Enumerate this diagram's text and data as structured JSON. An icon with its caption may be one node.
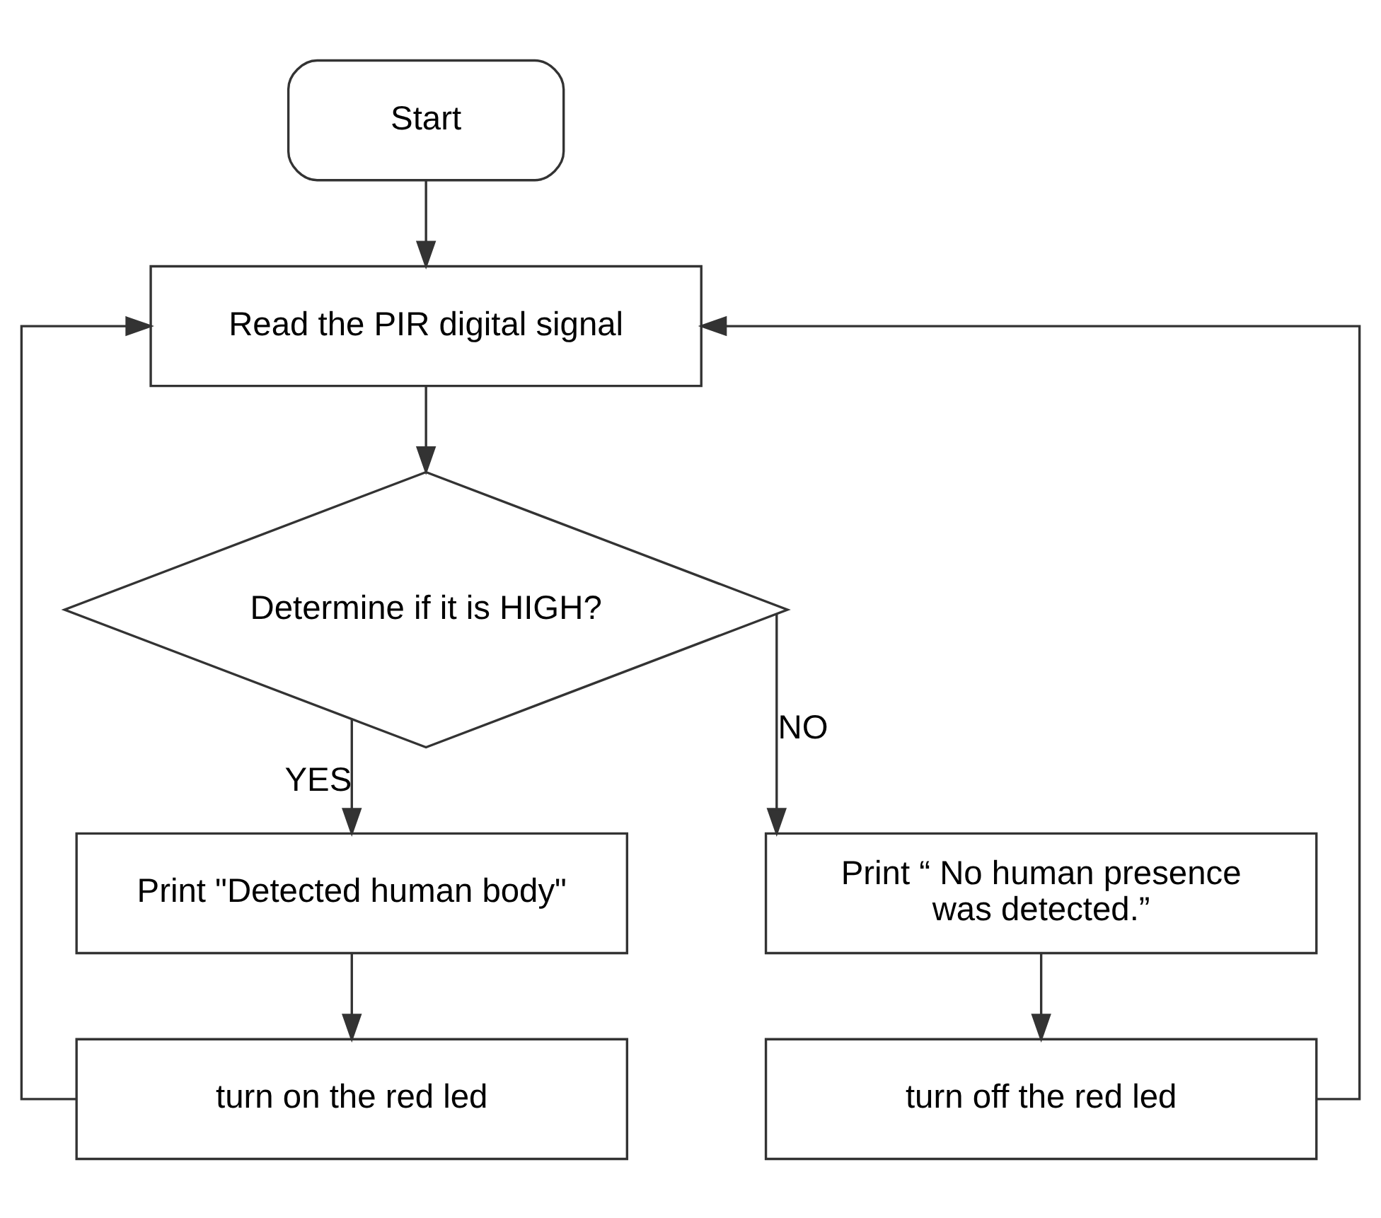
{
  "diagram": {
    "nodes": [
      {
        "text": [
          "Start"
        ]
      },
      {
        "text": [
          "Read the PIR digital signal"
        ]
      },
      {
        "text": [
          "Determine if it is HIGH?"
        ]
      },
      {
        "text": [
          "Print \"Detected human body\""
        ]
      },
      {
        "text": [
          "Print “ No human presence was detected.”"
        ]
      },
      {
        "text": [
          "turn on the red led"
        ]
      },
      {
        "text": [
          "turn off the red led"
        ]
      }
    ],
    "edges": [
      {
        "from": 0,
        "to": 1,
        "arrow": "to"
      },
      {
        "from": 1,
        "to": 2,
        "arrow": "to"
      },
      {
        "from": 2,
        "to": 3,
        "arrow": "to",
        "label": "YES"
      },
      {
        "from": 2,
        "to": 4,
        "arrow": "to",
        "label": "NO"
      },
      {
        "from": 3,
        "to": 5,
        "arrow": "to"
      },
      {
        "from": 4,
        "to": 6,
        "arrow": "to"
      },
      {
        "from": 5,
        "to": 1,
        "arrow": "to"
      },
      {
        "from": 6,
        "to": 1,
        "arrow": "to"
      }
    ]
  }
}
